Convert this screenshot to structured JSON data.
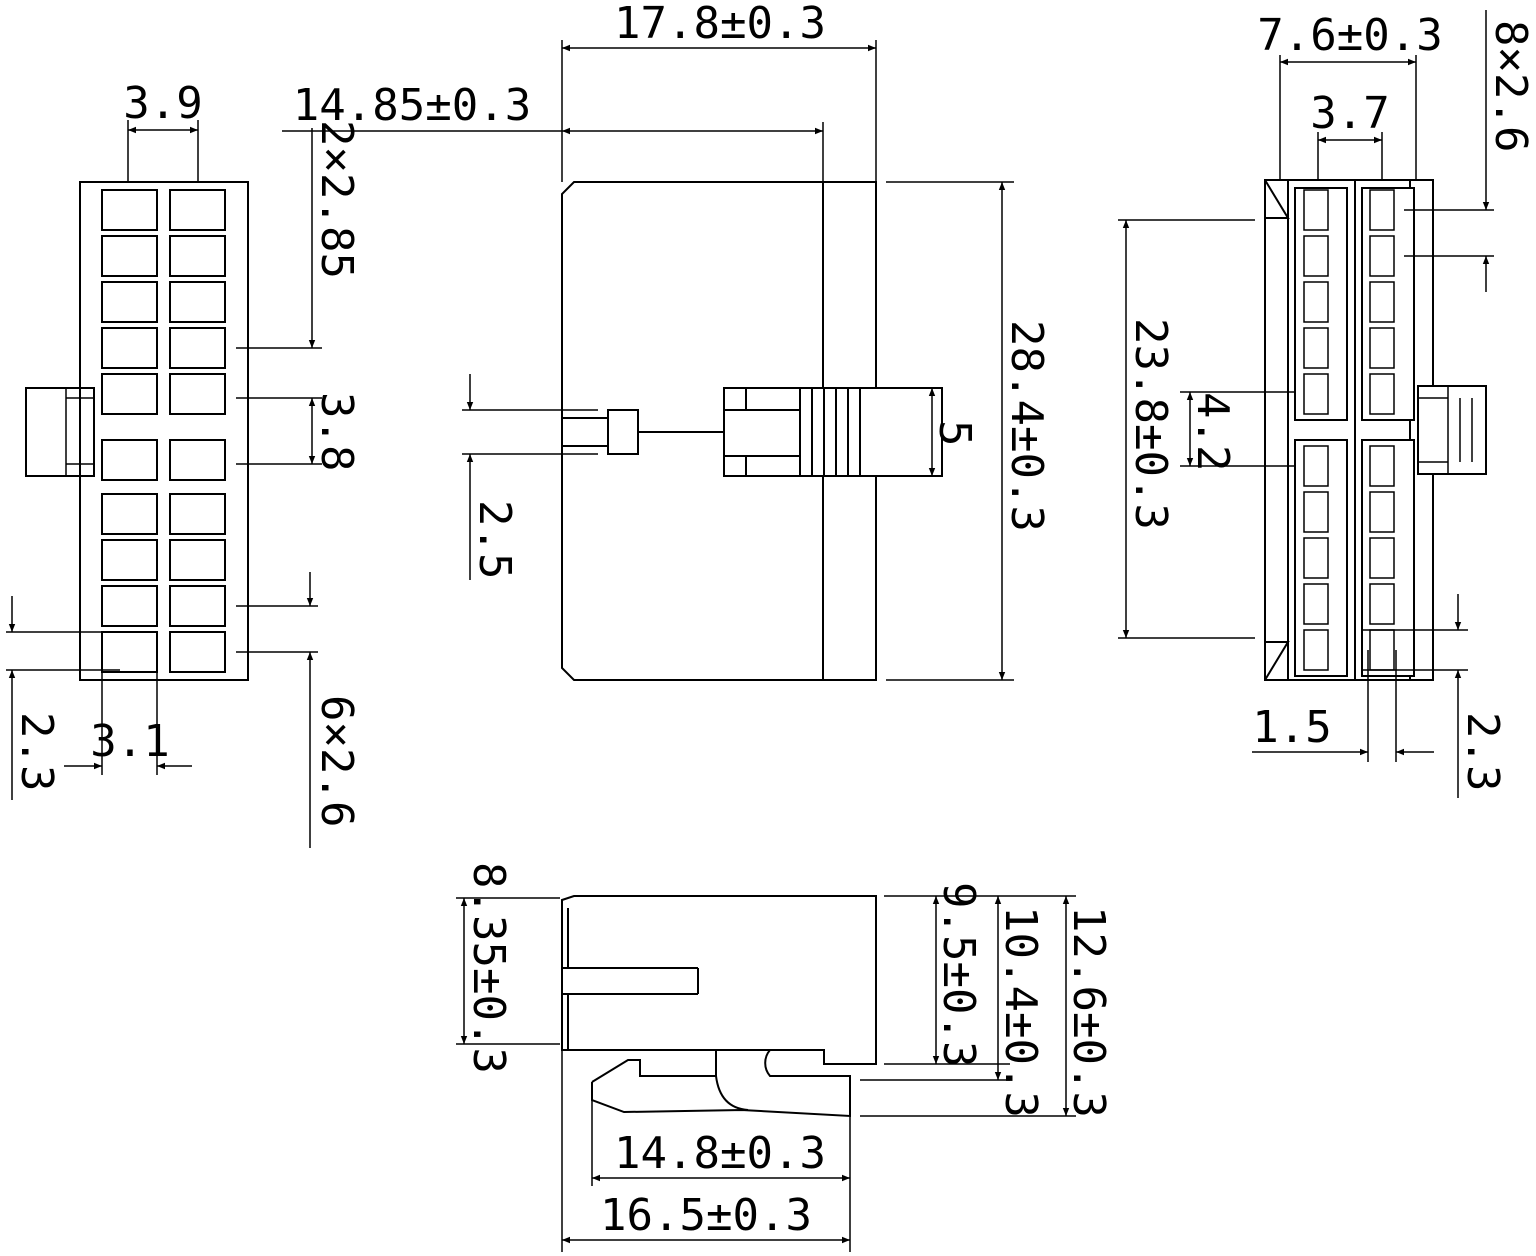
{
  "top_view": {
    "width_dim": "17.8±0.3",
    "depth_dim": "14.85±0.3",
    "height_dim": "28.4±0.3",
    "latch_dim": "5",
    "peg_dim": "2.5"
  },
  "front_view": {
    "col_pitch_dim": "3.9",
    "top_pitch_dim": "2×2.85",
    "gap_dim": "3.8",
    "bottom_pitch_dim": "6×2.6",
    "edge_dim": "2.3",
    "cell_dim": "3.1"
  },
  "rear_view": {
    "width_dim": "7.6±0.3",
    "inner_dim": "3.7",
    "pitch_dim": "8×2.6",
    "height_dim": "23.8±0.3",
    "center_gap_dim": "4.2",
    "slot_dim": "1.5",
    "edge_dim": "2.3"
  },
  "side_view": {
    "slot_height_dim": "8.35±0.3",
    "h1_dim": "9.5±0.3",
    "h2_dim": "10.4±0.3",
    "h3_dim": "12.6±0.3",
    "len1_dim": "14.8±0.3",
    "len2_dim": "16.5±0.3"
  },
  "colors": {
    "line": "#000000",
    "background": "#ffffff"
  }
}
